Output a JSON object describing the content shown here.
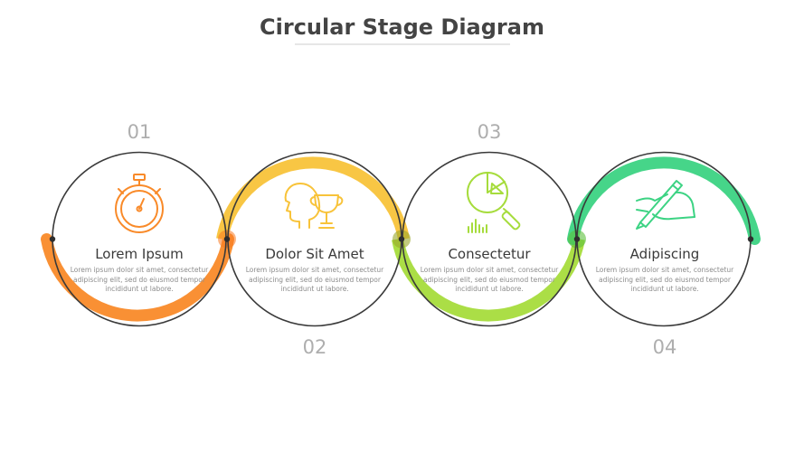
{
  "title": "Circular Stage Diagram",
  "stages": [
    {
      "number": "01",
      "title": "Lorem Ipsum",
      "description": "Lorem ipsum dolor sit amet, consectetur adipiscing elit, sed do eiusmod tempor incididunt ut labore.",
      "color": "#F98A29",
      "icon": "stopwatch-icon"
    },
    {
      "number": "02",
      "title": "Dolor Sit Amet",
      "description": "Lorem ipsum dolor sit amet, consectetur adipiscing elit, sed do eiusmod tempor incididunt ut labore.",
      "color": "#F8C33A",
      "icon": "head-trophy-icon"
    },
    {
      "number": "03",
      "title": "Consectetur",
      "description": "Lorem ipsum dolor sit amet, consectetur adipiscing elit, sed do eiusmod tempor incididunt ut labore.",
      "color": "#A6DC3C",
      "icon": "pie-chart-magnifier-icon"
    },
    {
      "number": "04",
      "title": "Adipiscing",
      "description": "Lorem ipsum dolor sit amet, consectetur adipiscing elit, sed do eiusmod tempor incididunt ut labore.",
      "color": "#3CD383",
      "icon": "hand-writing-icon"
    }
  ]
}
